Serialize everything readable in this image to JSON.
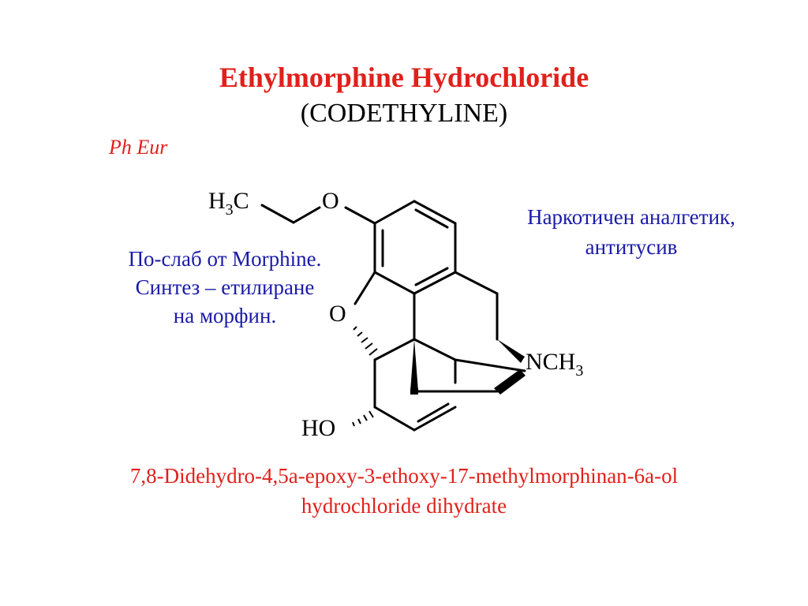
{
  "slide": {
    "title": "Ethylmorphine Hydrochloride",
    "subtitle": "(CODETHYLINE)",
    "source": "Ph Eur",
    "note_left": [
      "По-слаб от Morphine.",
      "Синтез – етилиране",
      "на морфин."
    ],
    "note_right": [
      "Наркотичен аналгетик,",
      "антитусив"
    ],
    "iupac": [
      "7,8-Didehydro-4,5a-epoxy-3-ethoxy-17-methylmorphinan-6a-ol",
      "hydrochloride  dihydrate"
    ]
  },
  "structure": {
    "labels": {
      "ethyl_main": "H",
      "ethyl_sub": "3",
      "ethyl_tail": "C",
      "ether_o": "O",
      "ring_o": "O",
      "amine_main": "NCH",
      "amine_sub": "3",
      "hydroxyl": "HO"
    }
  },
  "colors": {
    "title": "#e0201b",
    "annotation": "#1a1aa8",
    "bond": "#000000"
  }
}
